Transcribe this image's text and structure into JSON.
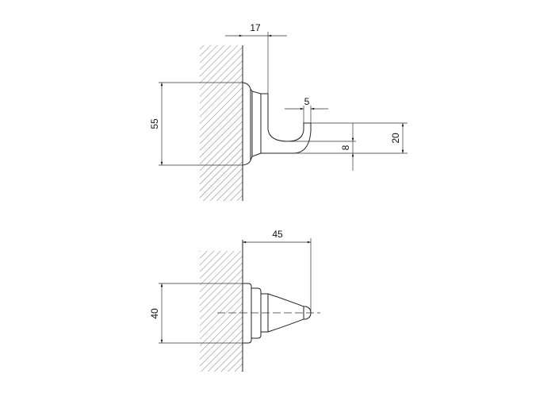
{
  "side_view": {
    "dimensions": {
      "projection": "17",
      "height": "55",
      "tip_width": "5",
      "hook_gap": "8",
      "hook_height": "20"
    }
  },
  "top_view": {
    "dimensions": {
      "depth": "45",
      "diameter": "40"
    }
  },
  "colors": {
    "line": "#222222",
    "background": "#ffffff"
  }
}
